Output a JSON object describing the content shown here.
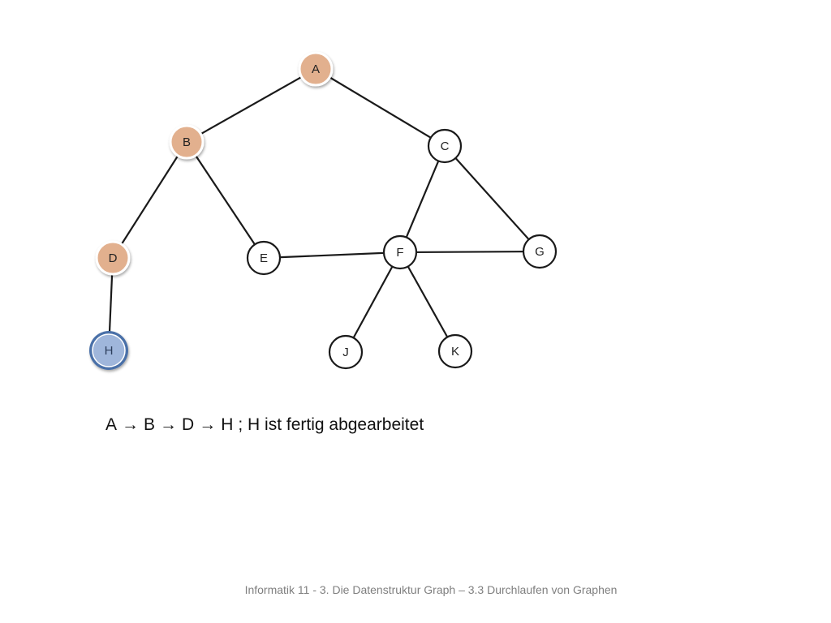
{
  "colors": {
    "visited": "#e2b08e",
    "current_fill": "#9fb6db",
    "current_ring": "#4a6fa8",
    "default": "#ffffff",
    "edge": "#1a1a1a"
  },
  "graph": {
    "nodes": [
      {
        "id": "A",
        "label": "A",
        "state": "visited"
      },
      {
        "id": "B",
        "label": "B",
        "state": "visited"
      },
      {
        "id": "C",
        "label": "C",
        "state": "default"
      },
      {
        "id": "D",
        "label": "D",
        "state": "visited"
      },
      {
        "id": "E",
        "label": "E",
        "state": "default"
      },
      {
        "id": "F",
        "label": "F",
        "state": "default"
      },
      {
        "id": "G",
        "label": "G",
        "state": "default"
      },
      {
        "id": "H",
        "label": "H",
        "state": "current"
      },
      {
        "id": "J",
        "label": "J",
        "state": "default"
      },
      {
        "id": "K",
        "label": "K",
        "state": "default"
      }
    ],
    "edges": [
      [
        "A",
        "B"
      ],
      [
        "A",
        "C"
      ],
      [
        "B",
        "D"
      ],
      [
        "B",
        "E"
      ],
      [
        "D",
        "H"
      ],
      [
        "C",
        "F"
      ],
      [
        "C",
        "G"
      ],
      [
        "E",
        "F"
      ],
      [
        "F",
        "G"
      ],
      [
        "F",
        "J"
      ],
      [
        "F",
        "K"
      ]
    ]
  },
  "traversal": {
    "steps": [
      "A",
      "B",
      "D",
      "H"
    ],
    "arrow": "→",
    "suffix": "; H ist fertig abgearbeitet"
  },
  "footer": {
    "text": "Informatik 11 - 3. Die Datenstruktur Graph – 3.3 Durchlaufen von Graphen"
  }
}
